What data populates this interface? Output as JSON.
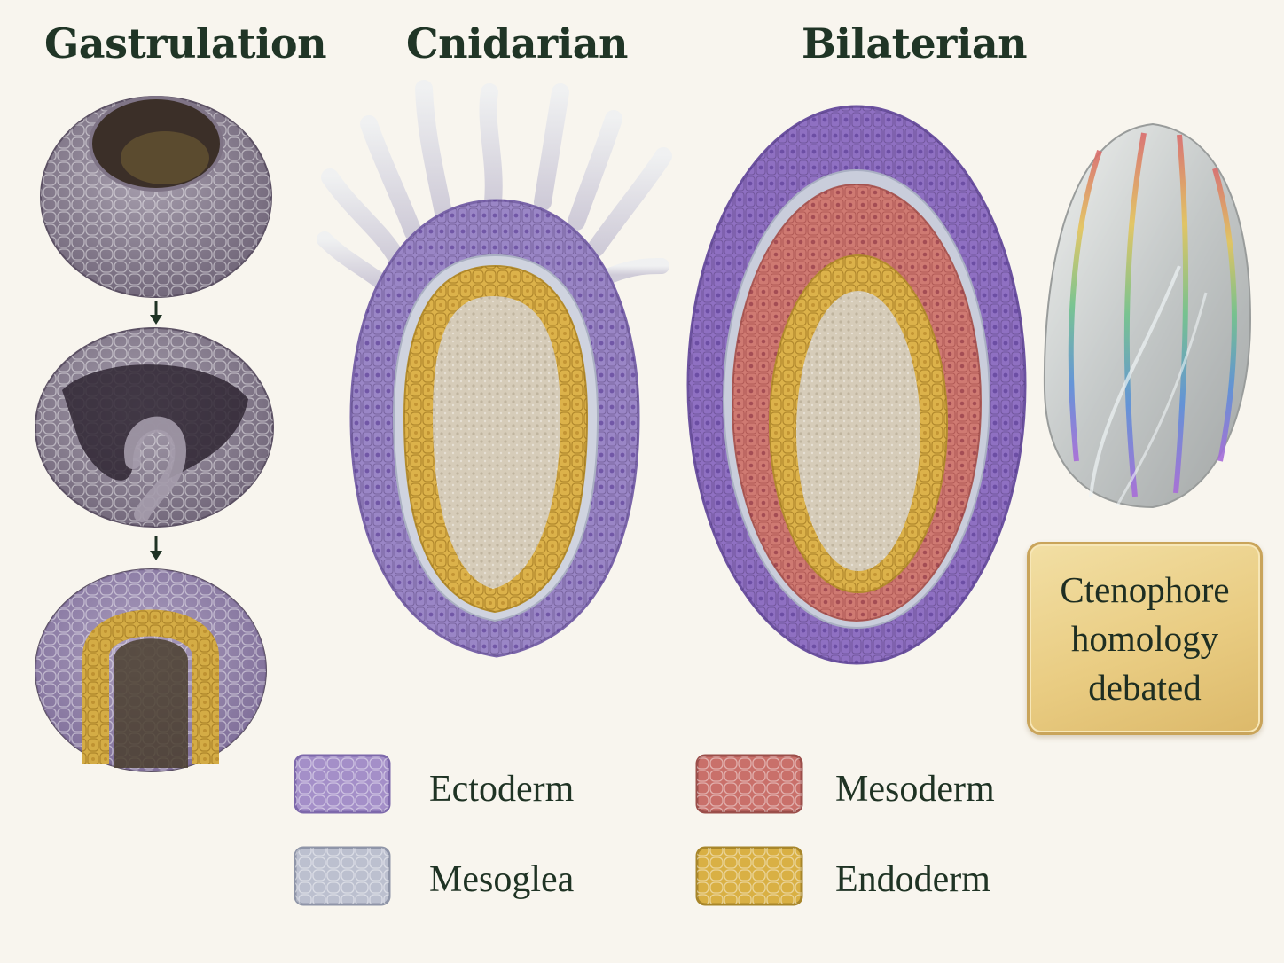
{
  "titles": {
    "gastrulation": "Gastrulation",
    "cnidarian": "Cnidarian",
    "bilaterian": "Bilaterian"
  },
  "callout": {
    "text": "Ctenophore homology debated"
  },
  "legend": [
    {
      "label": "Ectoderm",
      "color": "#a48fc8"
    },
    {
      "label": "Mesoderm",
      "color": "#c9706a"
    },
    {
      "label": "Mesoglea",
      "color": "#b9bccb"
    },
    {
      "label": "Endoderm",
      "color": "#d9b044"
    }
  ],
  "colors": {
    "ectoderm": "#a48fc8",
    "ectoderm_dark": "#6d4fa5",
    "mesoglea": "#c7cbd8",
    "mesoderm": "#cf7a72",
    "endoderm": "#dcb24a",
    "lumen": "#d6ccb9",
    "embryo": "#8c8194"
  }
}
